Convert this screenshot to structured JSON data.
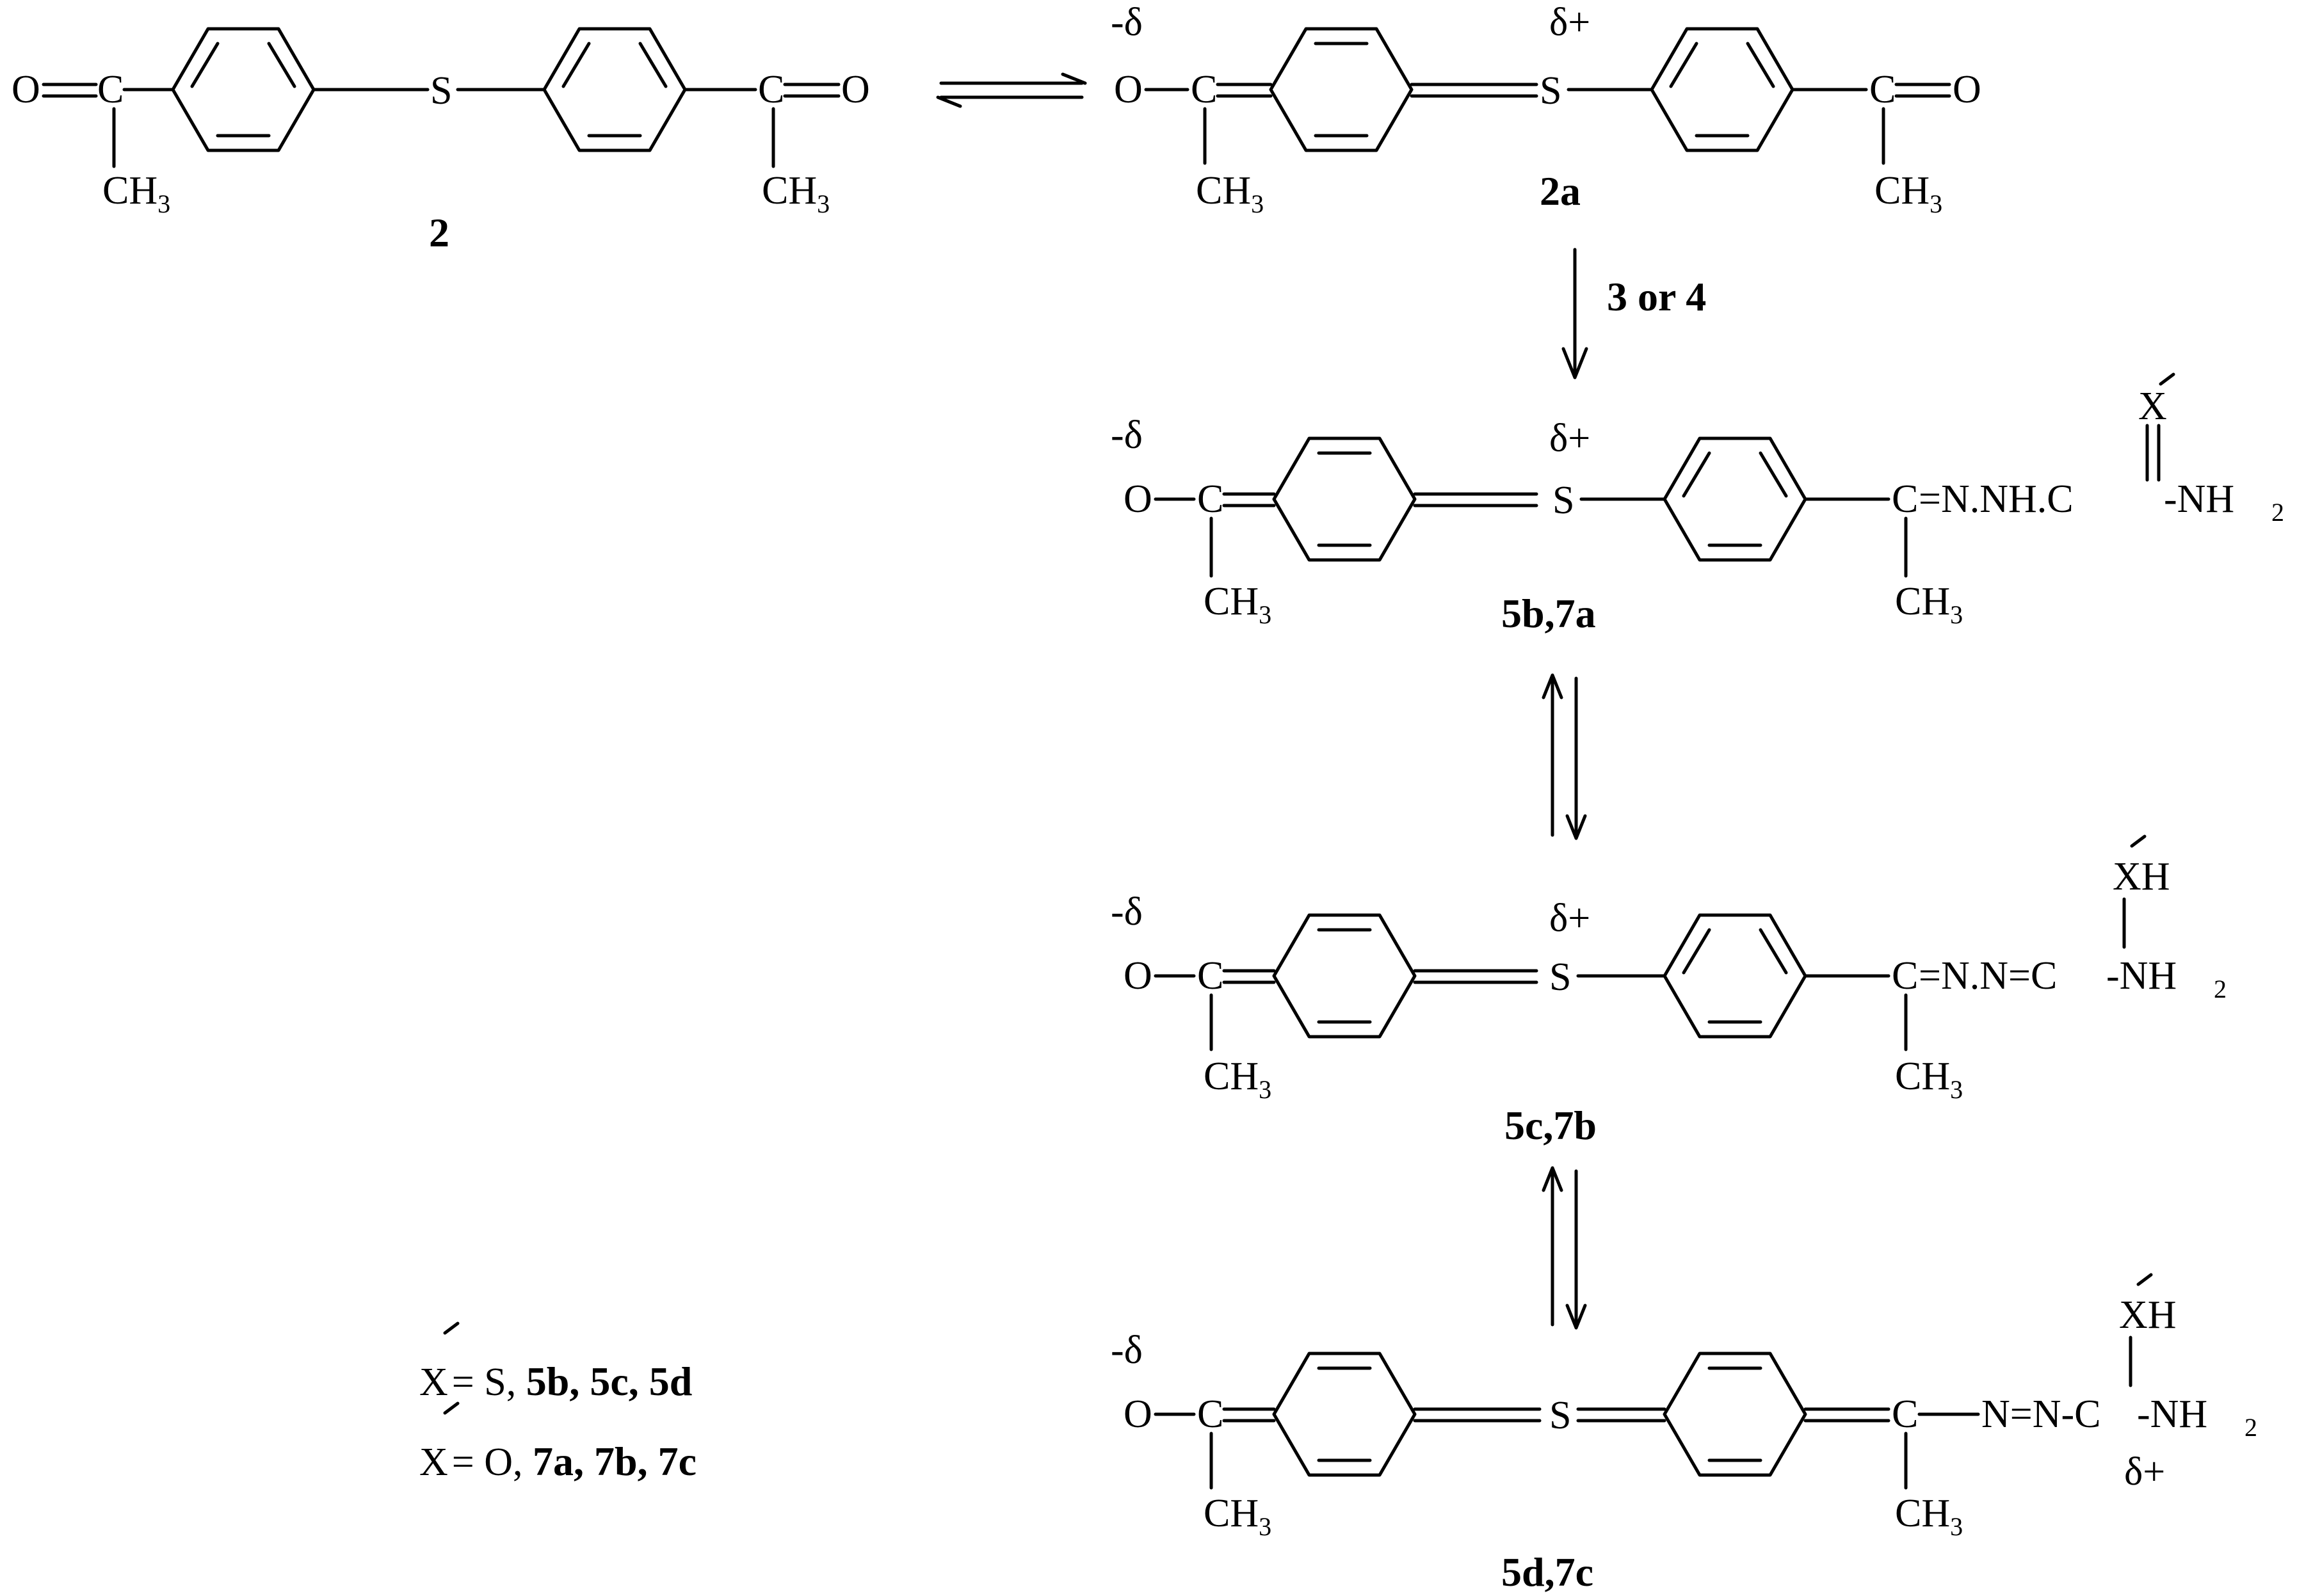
{
  "compounds": {
    "c2": {
      "label": "2"
    },
    "c2a": {
      "label": "2a",
      "delta_minus": "-δ",
      "delta_plus": "δ+"
    },
    "c5b": {
      "label": "5b,7a",
      "delta_minus": "-δ",
      "delta_plus": "δ+"
    },
    "c5c": {
      "label": "5c,7b",
      "delta_minus": "-δ",
      "delta_plus": "δ+"
    },
    "c5d": {
      "label": "5d,7c",
      "delta_minus": "-δ",
      "delta_plus": "δ+"
    }
  },
  "reaction_condition": "3 or 4",
  "atoms": {
    "O": "O",
    "C": "C",
    "S": "S",
    "CH": "CH",
    "sub3": "3",
    "X": "X",
    "XH": "XH",
    "NH": "-NH",
    "sub2": "2"
  },
  "chains": {
    "c5b": "=N.NH.C",
    "c5c": "=N.N=C",
    "c5d_a": "N=N-C"
  },
  "legend": [
    {
      "x": "X",
      "rest": "= S, ",
      "bold": "5b, 5c, 5d"
    },
    {
      "x": "X",
      "rest": "= O, ",
      "bold": "7a, 7b, 7c"
    }
  ]
}
